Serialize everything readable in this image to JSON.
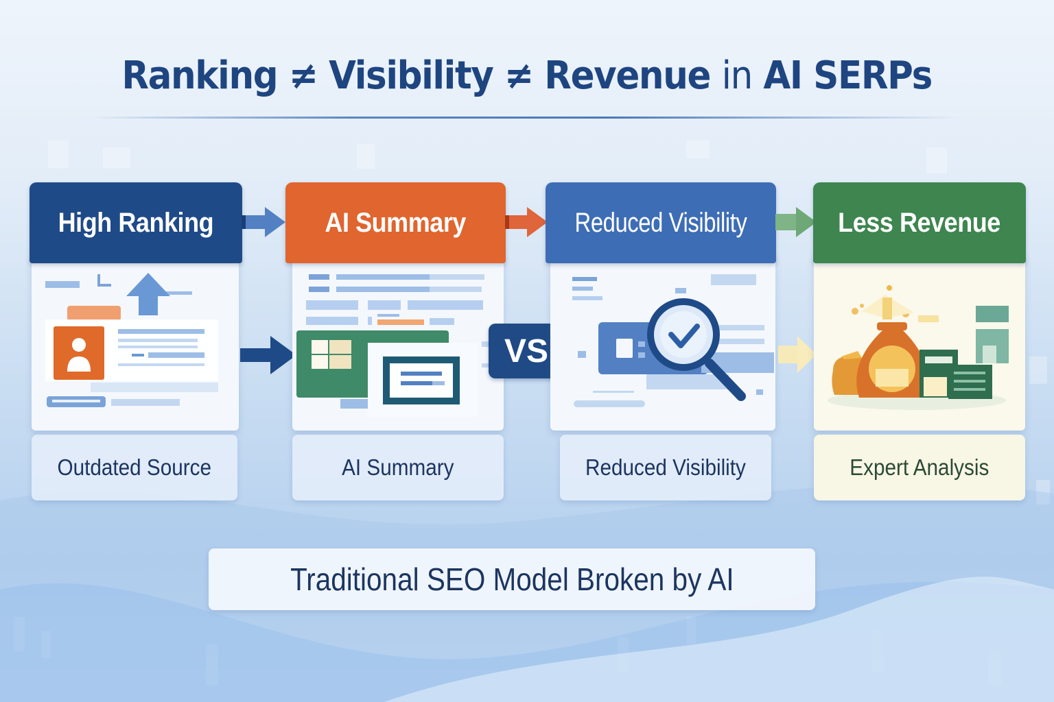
{
  "title": {
    "part1": "Ranking",
    "neq1": "≠",
    "part2": "Visibility",
    "neq2": "≠",
    "part3": "Revenue",
    "connector": "in",
    "part4": "AI SERPs"
  },
  "stages": [
    {
      "header": "High Ranking",
      "label": "Outdated Source",
      "color": "#1f4a88",
      "icon": "ranking-document-icon"
    },
    {
      "header": "AI Summary",
      "label": "AI Summary",
      "color": "#e0652e",
      "icon": "ai-summary-document-icon"
    },
    {
      "header": "Reduced Visibility",
      "label": "Reduced Visibility",
      "color": "#3d6db5",
      "icon": "magnifier-check-icon"
    },
    {
      "header": "Less Revenue",
      "label": "Expert Analysis",
      "color": "#3e8550",
      "icon": "money-bag-icon"
    }
  ],
  "vs_badge": "VS",
  "footer": "Traditional SEO Model Broken by AI",
  "colors": {
    "title": "#1e4580",
    "navy": "#1f4a88",
    "orange": "#e0652e",
    "blue": "#3d6db5",
    "green": "#3e8550"
  }
}
